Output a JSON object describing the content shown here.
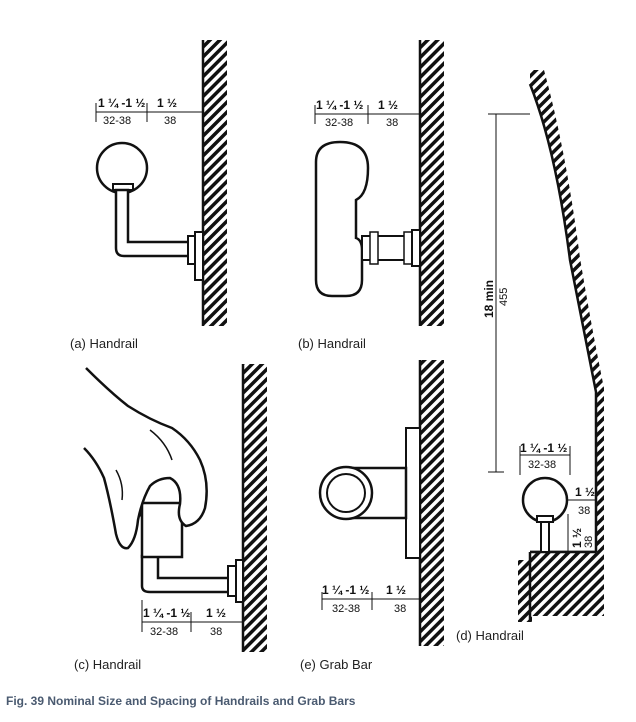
{
  "panels": {
    "a": {
      "label": "(a) Handrail",
      "dim_inch_left": "1 ¼ -1 ½",
      "dim_inch_right": "1 ½",
      "dim_mm_left": "32-38",
      "dim_mm_right": "38"
    },
    "b": {
      "label": "(b) Handrail",
      "dim_inch_left": "1 ¼ -1 ½",
      "dim_inch_right": "1 ½",
      "dim_mm_left": "32-38",
      "dim_mm_right": "38"
    },
    "c": {
      "label": "(c) Handrail",
      "dim_inch_left": "1 ¼ -1 ½",
      "dim_inch_right": "1 ½",
      "dim_mm_left": "32-38",
      "dim_mm_right": "38"
    },
    "d": {
      "label": "(d) Handrail",
      "dim_inch_left": "1 ¼ -1 ½",
      "dim_mm_left": "32-38",
      "dim_side_inch": "1 ½",
      "dim_side_mm": "38",
      "dim_vert_inch": "1 ½",
      "dim_vert_mm": "38",
      "height_inch": "18 min",
      "height_mm": "455"
    },
    "e": {
      "label": "(e) Grab Bar",
      "dim_inch_left": "1 ¼ -1 ½",
      "dim_inch_right": "1 ½",
      "dim_mm_left": "32-38",
      "dim_mm_right": "38"
    }
  },
  "caption": "Fig. 39 Nominal Size and Spacing of Handrails and Grab Bars"
}
